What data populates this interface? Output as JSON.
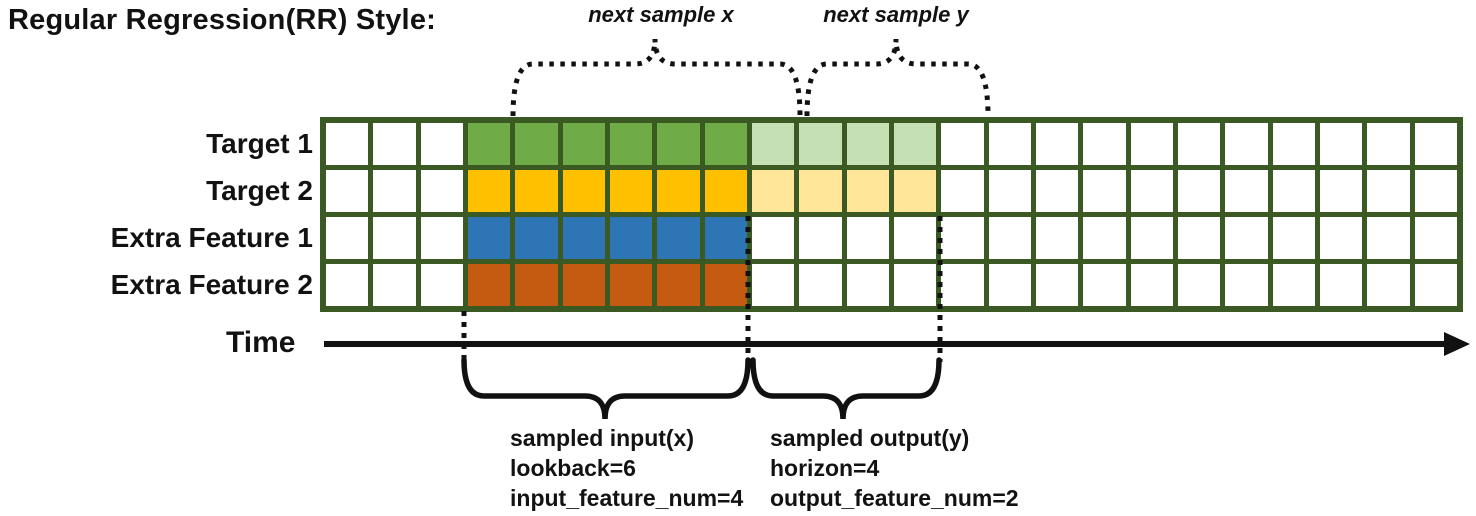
{
  "title": "Regular Regression(RR) Style:",
  "annotations": {
    "next_sample_x": "next sample x",
    "next_sample_y": "next sample y",
    "time_label": "Time",
    "input_block": {
      "line1": "sampled input(x)",
      "line2": "lookback=6",
      "line3": "input_feature_num=4"
    },
    "output_block": {
      "line1": "sampled output(y)",
      "line2": "horizon=4",
      "line3": "output_feature_num=2"
    }
  },
  "diagram": {
    "grid": {
      "num_columns": 24,
      "num_rows": 4,
      "lookback_start_col": 3,
      "lookback": 6,
      "horizon": 4,
      "border_color": "#3B5A23",
      "empty_cell_color": "#FFFFFF",
      "rows": [
        {
          "label": "Target 1",
          "lookback_color": "#6FAC47",
          "horizon_color": "#C5E0B4"
        },
        {
          "label": "Target 2",
          "lookback_color": "#FFC000",
          "horizon_color": "#FFE699"
        },
        {
          "label": "Extra Feature 1",
          "lookback_color": "#2E75B6",
          "horizon_color": null
        },
        {
          "label": "Extra Feature 2",
          "lookback_color": "#C55A11",
          "horizon_color": null
        }
      ],
      "line_color": "#111111"
    }
  }
}
